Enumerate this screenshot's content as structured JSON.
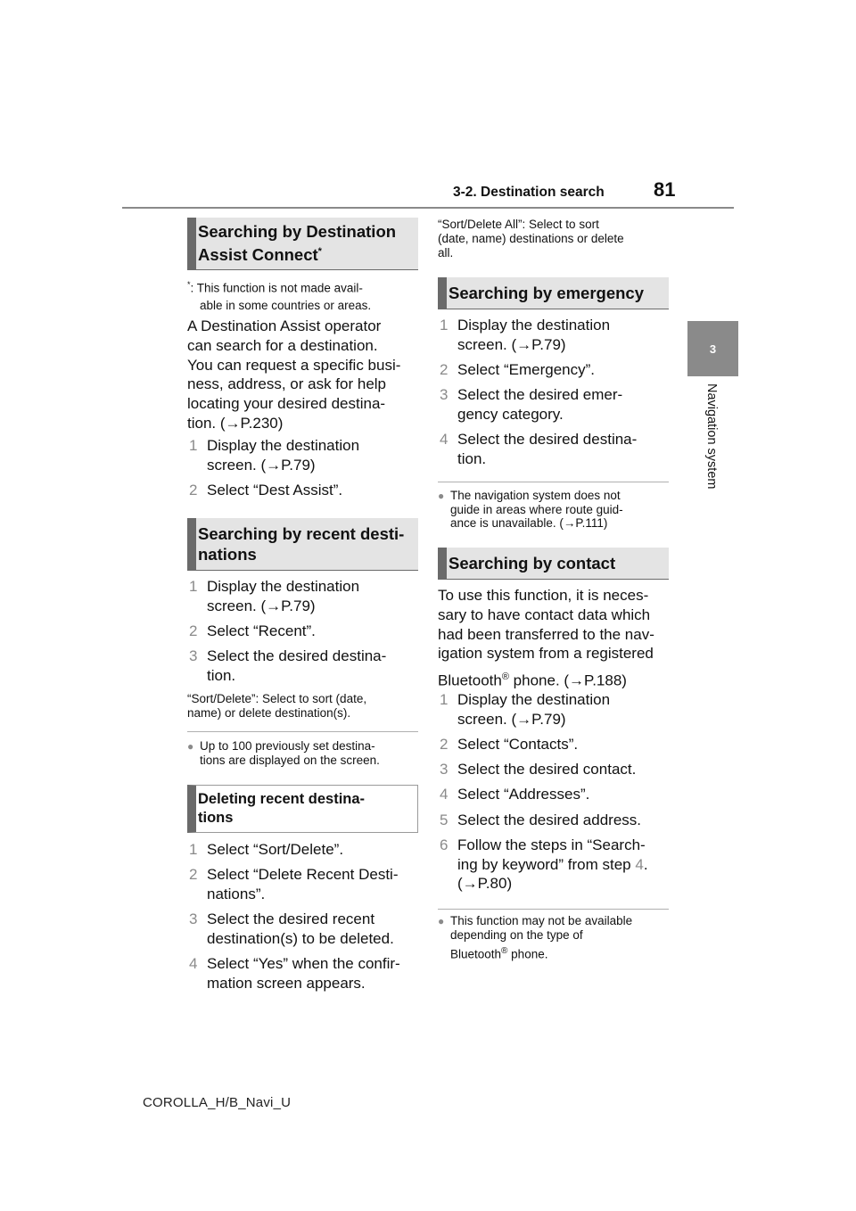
{
  "header": {
    "section": "3-2. Destination search",
    "page": "81"
  },
  "side": {
    "tab": "3",
    "label": "Navigation system"
  },
  "left": {
    "s1": {
      "title1": "Searching by Destination",
      "title2": "Assist Connect",
      "title_sup": "*"
    },
    "footnote_mark": "*",
    "footnote_l1": ": This function is not made avail-",
    "footnote_l2": "able in some countries or areas.",
    "intro": [
      "A Destination Assist operator",
      "can search for a destination.",
      "You can request a specific busi-",
      "ness, address, or ask for help",
      "locating your desired destina-",
      "tion. (→P.230)"
    ],
    "s1_steps": [
      {
        "n": "1",
        "l1": "Display the destination",
        "l2": "screen. (→P.79)"
      },
      {
        "n": "2",
        "l1": "Select “Dest Assist”.",
        "l2": ""
      }
    ],
    "s2": {
      "title1": "Searching by recent desti-",
      "title2": "nations"
    },
    "s2_steps": [
      {
        "n": "1",
        "l1": "Display the destination",
        "l2": "screen. (→P.79)"
      },
      {
        "n": "2",
        "l1": "Select “Recent”.",
        "l2": ""
      },
      {
        "n": "3",
        "l1": "Select the desired destina-",
        "l2": "tion."
      }
    ],
    "s2_small_l1": "“Sort/Delete”: Select to sort (date,",
    "s2_small_l2": "name) or delete destination(s).",
    "s2_note_l1": "Up to 100 previously set destina-",
    "s2_note_l2": "tions are displayed on the screen.",
    "s3": {
      "title1": "Deleting recent destina-",
      "title2": "tions"
    },
    "s3_steps": [
      {
        "n": "1",
        "l1": "Select “Sort/Delete”.",
        "l2": ""
      },
      {
        "n": "2",
        "l1": "Select “Delete Recent Desti-",
        "l2": "nations”."
      },
      {
        "n": "3",
        "l1": "Select the desired recent",
        "l2": "destination(s) to be deleted."
      },
      {
        "n": "4",
        "l1": "Select “Yes” when the confir-",
        "l2": "mation screen appears."
      }
    ]
  },
  "right": {
    "top_small": [
      "“Sort/Delete All”: Select to sort",
      "(date, name) destinations or delete",
      "all."
    ],
    "s4": {
      "title": "Searching by emergency"
    },
    "s4_steps": [
      {
        "n": "1",
        "l1": "Display the destination",
        "l2": "screen. (→P.79)"
      },
      {
        "n": "2",
        "l1": "Select “Emergency”.",
        "l2": ""
      },
      {
        "n": "3",
        "l1": "Select the desired emer-",
        "l2": "gency category."
      },
      {
        "n": "4",
        "l1": "Select the desired destina-",
        "l2": "tion."
      }
    ],
    "s4_note": [
      "The navigation system does not",
      "guide in areas where route guid-",
      "ance is unavailable. (→P.111)"
    ],
    "s5": {
      "title": "Searching by contact"
    },
    "s5_intro": [
      "To use this function, it is neces-",
      "sary to have contact data which",
      "had been transferred to the nav-",
      "igation system from a registered"
    ],
    "s5_intro_last_a": "Bluetooth",
    "s5_intro_last_sup": "®",
    "s5_intro_last_b": " phone. (→P.188)",
    "s5_steps": [
      {
        "n": "1",
        "l1": "Display the destination",
        "l2": "screen. (→P.79)"
      },
      {
        "n": "2",
        "l1": "Select “Contacts”.",
        "l2": ""
      },
      {
        "n": "3",
        "l1": "Select the desired contact.",
        "l2": ""
      },
      {
        "n": "4",
        "l1": "Select “Addresses”.",
        "l2": ""
      },
      {
        "n": "5",
        "l1": "Select the desired address.",
        "l2": ""
      },
      {
        "n": "6",
        "l1": "Follow the steps in “Search-",
        "l2": "ing by keyword” from step "
      }
    ],
    "s5_step6_ref": "4",
    "s5_step6_end": ".",
    "s5_step6_l3": "(→P.80)",
    "s5_note_l1": "This function may not be available",
    "s5_note_l2": "depending on the type of",
    "s5_note_l3_a": "Bluetooth",
    "s5_note_l3_sup": "®",
    "s5_note_l3_b": " phone."
  },
  "footer": {
    "text": "COROLLA_H/B_Navi_U"
  }
}
